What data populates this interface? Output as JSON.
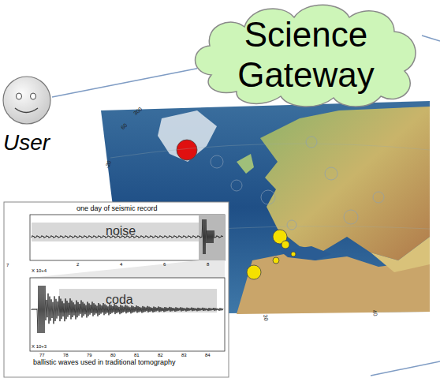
{
  "diagram": {
    "nodes": [
      {
        "text": [
          "User"
        ]
      },
      {
        "text": [
          "Science Gateway"
        ]
      }
    ],
    "edges": [
      {
        "from": 0,
        "to": 1,
        "arrow": "none"
      }
    ],
    "labels": [
      "one day of seismic record",
      "noise",
      "coda",
      "X 10+4",
      "X 10+3",
      "ballistic waves used in traditional tomography",
      "2",
      "4",
      "6",
      "8",
      "7",
      "77",
      "78",
      "79",
      "80",
      "81",
      "82",
      "83",
      "84",
      "300",
      "60",
      "-20",
      "30",
      "40"
    ]
  }
}
